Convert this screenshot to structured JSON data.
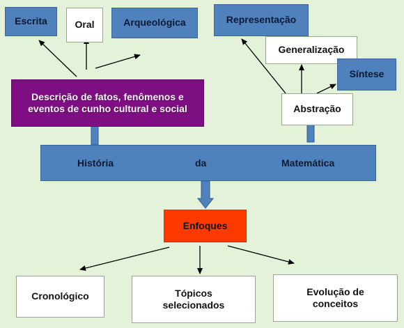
{
  "colors": {
    "background": "#e3f2d8",
    "blue": "#4f81bd",
    "purple": "#7e0f83",
    "orange_red": "#ff3a00",
    "white": "#ffffff"
  },
  "left_branch": {
    "top_boxes": [
      "Escrita",
      "Oral",
      "Arqueológica"
    ],
    "description_line1": "Descrição de fatos, fenômenos e",
    "description_line2": "eventos de cunho cultural e social"
  },
  "right_branch": {
    "representation": "Representação",
    "generalization": "Generalização",
    "synthesis": "Síntese",
    "abstraction": "Abstração"
  },
  "center_band": {
    "word1": "História",
    "word2": "da",
    "word3": "Matemática"
  },
  "focus": "Enfoques",
  "bottom_boxes": {
    "chronological": "Cronológico",
    "topics_line1": "Tópicos",
    "topics_line2": "selecionados",
    "evolution_line1": "Evolução de",
    "evolution_line2": "conceitos"
  }
}
